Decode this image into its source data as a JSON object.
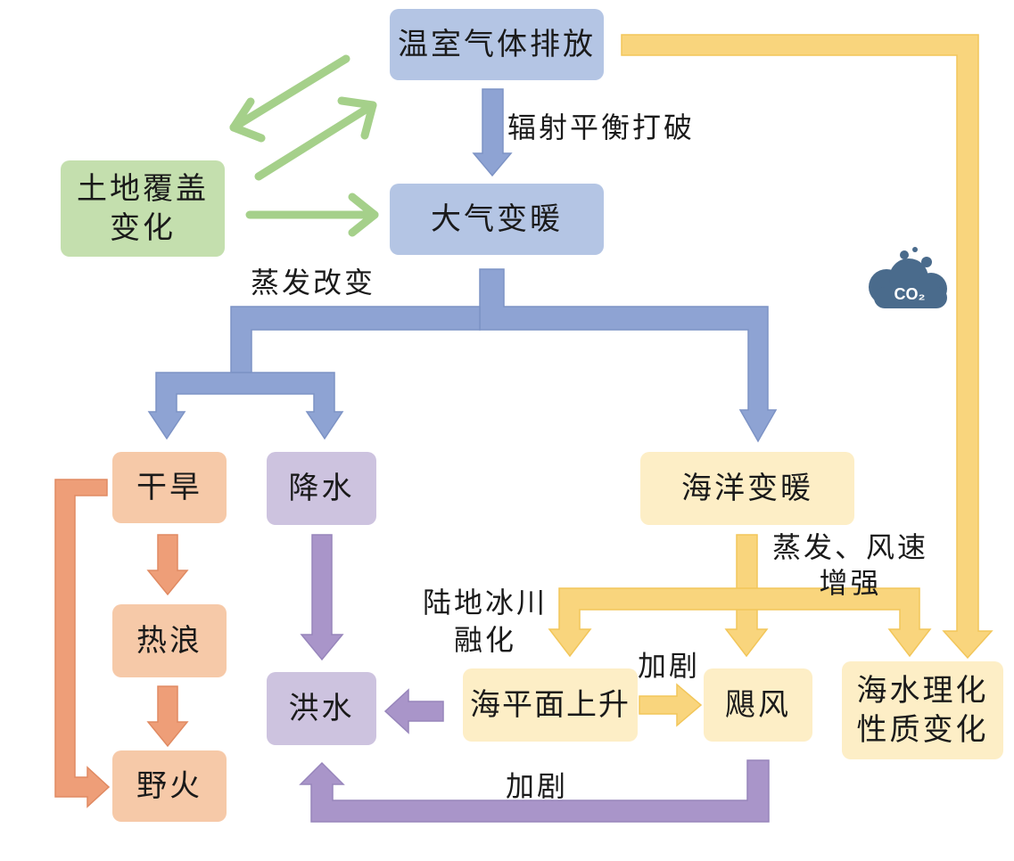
{
  "colors": {
    "blue_box": "#b4c5e4",
    "blue_arrow": "#8ea3d3",
    "green_box": "#c4dfae",
    "green_arrow": "#a5d08a",
    "peach_box": "#f6c9a8",
    "peach_arrow": "#ee9e78",
    "lilac_box": "#cdc3df",
    "lilac_arrow": "#a995c9",
    "cream_box": "#fdeec6",
    "yellow_arrow": "#f9d57d",
    "cloud": "#4a6b8c"
  },
  "nodes": {
    "ghg_emission": "温室气体排放",
    "land_cover_line1": "土地覆盖",
    "land_cover_line2": "变化",
    "atmos_warming": "大气变暖",
    "drought": "干旱",
    "precipitation": "降水",
    "ocean_warming": "海洋变暖",
    "heatwave": "热浪",
    "wildfire": "野火",
    "flood": "洪水",
    "sea_level_rise": "海平面上升",
    "typhoon": "飓风",
    "seawater_line1": "海水理化",
    "seawater_line2": "性质变化"
  },
  "edge_labels": {
    "radiation_balance": "辐射平衡打破",
    "evaporation_change": "蒸发改变",
    "evap_wind_line1": "蒸发、风速",
    "evap_wind_line2": "增强",
    "glacier_line1": "陆地冰川",
    "glacier_line2": "融化",
    "intensify_typhoon": "加剧",
    "intensify_flood": "加剧"
  },
  "icons": {
    "co2_cloud": "co2-cloud-icon",
    "co2_text": "CO₂"
  }
}
